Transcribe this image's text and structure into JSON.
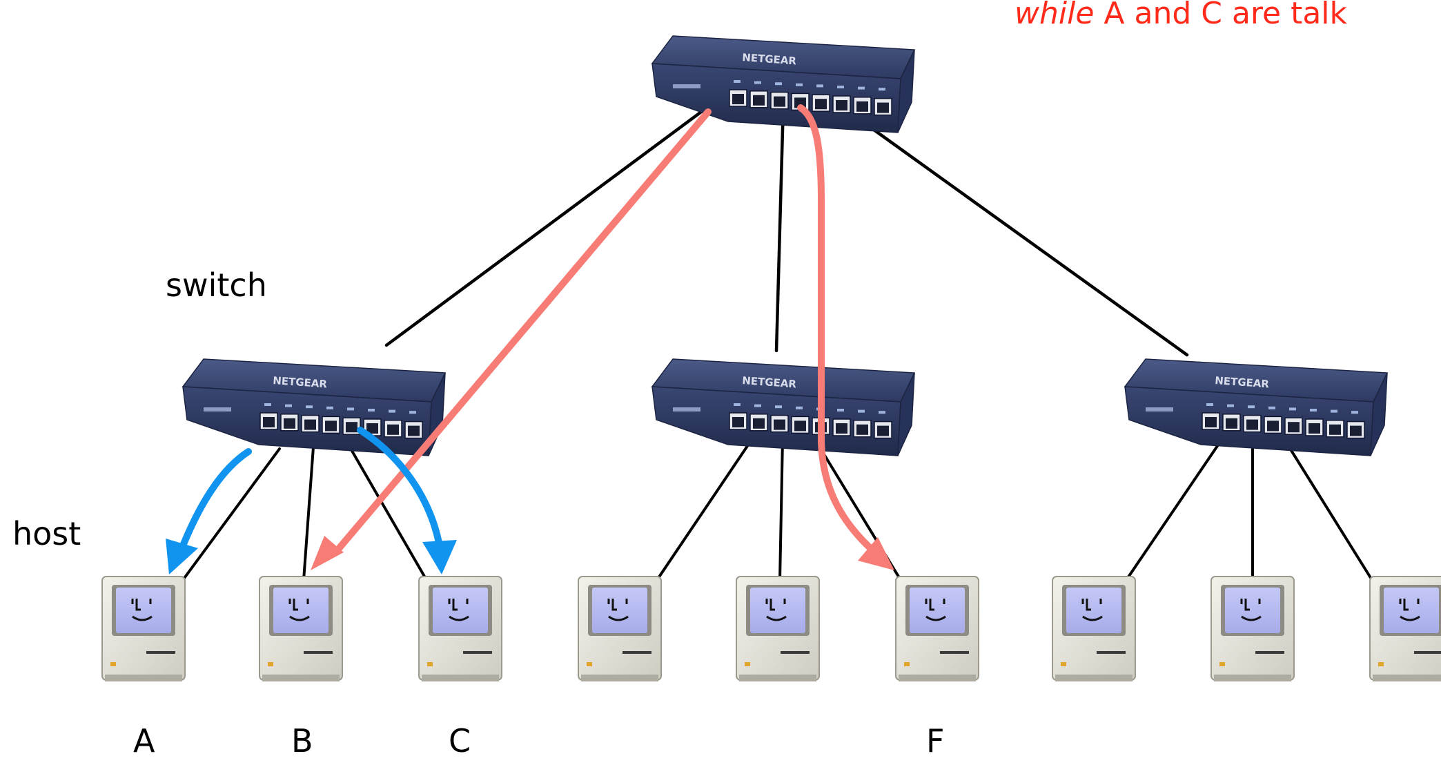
{
  "annotation": {
    "italic": "while",
    "rest": " A and C are talk"
  },
  "labels": {
    "switch": "switch",
    "host": "host"
  },
  "host_labels": [
    "A",
    "B",
    "C",
    "",
    "",
    "F",
    "",
    "",
    ""
  ],
  "switch_label_text": "NETGEAR",
  "colors": {
    "link": "#000000",
    "flow_a_c": "#1094f0",
    "flow_b_f": "#f77c76",
    "annotation": "#ff2a1a",
    "switch_body": "#34426e"
  }
}
